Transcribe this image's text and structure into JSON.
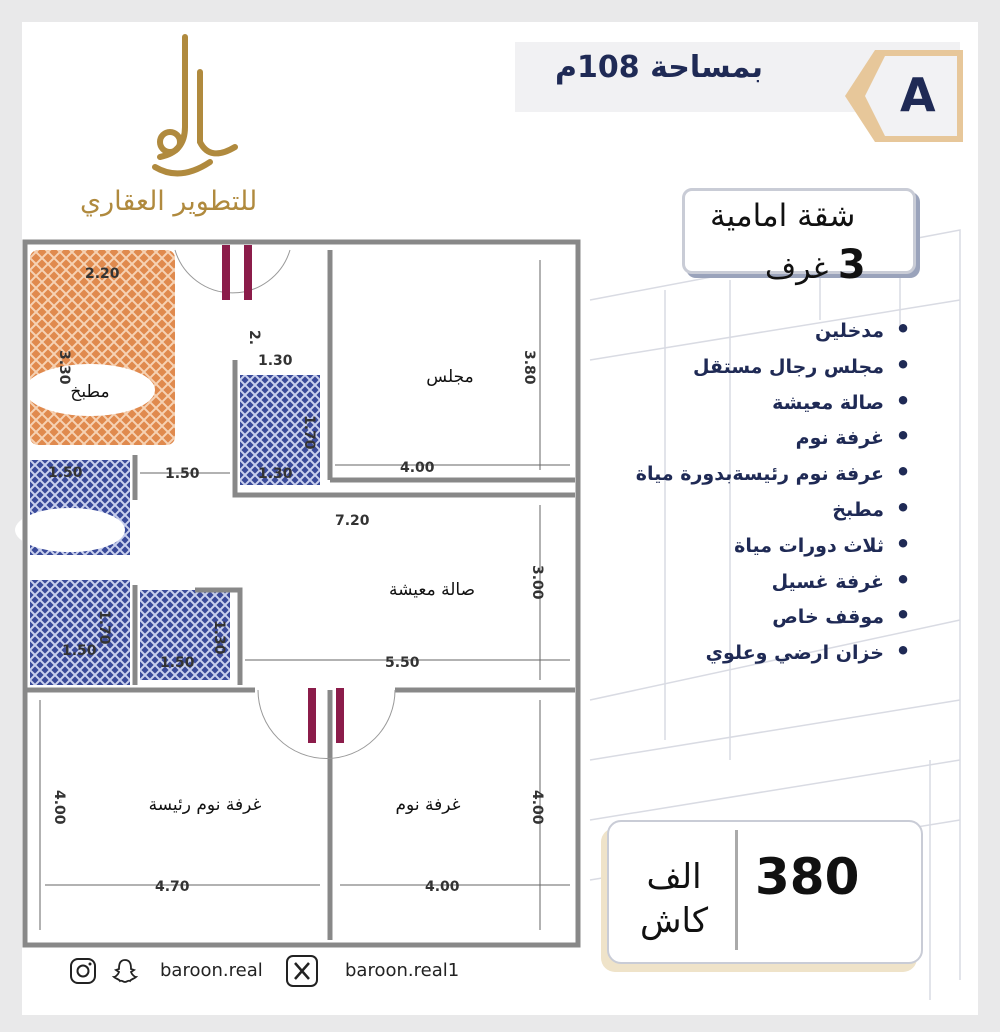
{
  "header": {
    "area_label": "بمساحة 108م",
    "unit_letter": "A"
  },
  "logo": {
    "name": "بارون",
    "tagline": "للتطوير العقاري"
  },
  "apartment": {
    "type": "شقة امامية",
    "rooms_count": "3",
    "rooms_label": "غرف"
  },
  "features": [
    "مدخلين",
    "مجلس رجال مستقل",
    "صالة معيشة",
    "غرفة نوم",
    "عرفة نوم رئيسةبدورة مياة",
    "مطبخ",
    "ثلاث دورات مياة",
    "غرفة غسيل",
    "موقف خاص",
    "خزان ارضي وعلوي"
  ],
  "price": {
    "value": "380",
    "unit": "الف",
    "payment": "كاش"
  },
  "floor_plan": {
    "rooms": {
      "kitchen": "مطبخ",
      "majlis": "مجلس",
      "living": "صالة معيشة",
      "master_bedroom": "غرفة نوم رئيسة",
      "bedroom": "غرفة نوم"
    },
    "dimensions": {
      "kitchen_w": "2.20",
      "kitchen_h": "3.30",
      "corridor": "2.",
      "bath1_w": "1.30",
      "bath1_h": "1.70",
      "bath1_b": "1.30",
      "hall_gap": "1.50",
      "bath2": "1.50",
      "majlis_w": "4.00",
      "majlis_h": "3.80",
      "living_w": "7.20",
      "living_h": "3.00",
      "bath3_w": "1.50",
      "bath3_h": "1.30",
      "bath4": "1.70",
      "bath4_w": "1.50",
      "living_b": "5.50",
      "master_h": "4.00",
      "master_w": "4.70",
      "bed_w": "4.00",
      "bed_h": "4.00"
    }
  },
  "social": {
    "instagram_snapchat": "baroon.real",
    "x": "baroon.real1"
  },
  "colors": {
    "navy": "#1f2a55",
    "gold": "#b08a3e",
    "kitchen": "#e08a4e",
    "bath": "#3a4a9a"
  }
}
